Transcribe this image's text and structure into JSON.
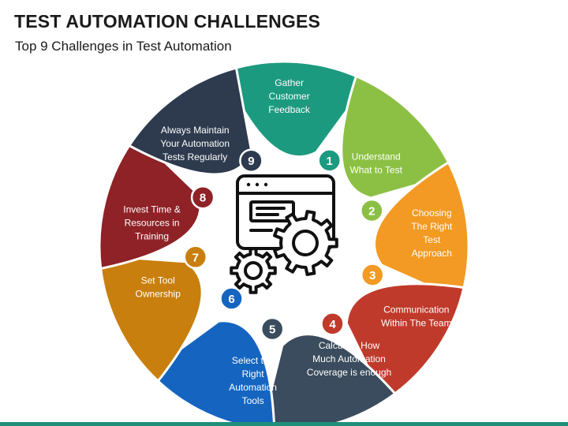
{
  "slide": {
    "title": "TEST AUTOMATION CHALLENGES",
    "subtitle": "Top 9 Challenges in Test Automation",
    "footer_color": "#1f8f7a"
  },
  "center_icon": "browser-window-with-gears-icon",
  "steps": [
    {
      "number": "1",
      "lines": [
        "Gather",
        "Customer",
        "Feedback"
      ],
      "color": "#1c9a7f"
    },
    {
      "number": "2",
      "lines": [
        "Understand",
        "What to Test"
      ],
      "color": "#8cc044"
    },
    {
      "number": "3",
      "lines": [
        "Choosing",
        "The Right",
        "Test",
        "Approach"
      ],
      "color": "#f29a23"
    },
    {
      "number": "4",
      "lines": [
        "Communication",
        "Within The Team"
      ],
      "color": "#c03a2b"
    },
    {
      "number": "5",
      "lines": [
        "Calculate How",
        "Much Automation",
        "Coverage is enough"
      ],
      "color": "#3a4c5d"
    },
    {
      "number": "6",
      "lines": [
        "Select the",
        "Right",
        "Automation",
        "Tools"
      ],
      "color": "#1565c0"
    },
    {
      "number": "7",
      "lines": [
        "Set Tool",
        "Ownership"
      ],
      "color": "#c97f0d"
    },
    {
      "number": "8",
      "lines": [
        "Invest Time &",
        "Resources in",
        "Training"
      ],
      "color": "#8e2226"
    },
    {
      "number": "9",
      "lines": [
        "Always Maintain",
        "Your Automation",
        "Tests Regularly"
      ],
      "color": "#2e3a4e"
    }
  ]
}
